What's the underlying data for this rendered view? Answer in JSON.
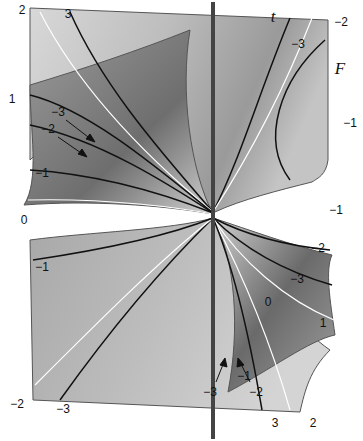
{
  "diagram": {
    "labels": [
      "2",
      "3",
      "t",
      "−3",
      "−2",
      "F",
      "−1",
      "1",
      "−3",
      "−2",
      "−1",
      "0",
      "−1",
      "−2",
      "−3",
      "0",
      "1",
      "−1",
      "−1",
      "−3",
      "−2",
      "−2",
      "−3",
      "3",
      "2"
    ]
  }
}
